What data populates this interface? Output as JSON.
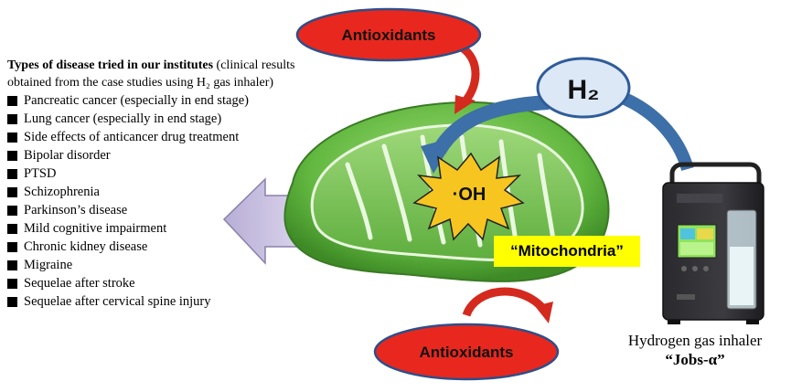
{
  "disease_panel": {
    "heading_bold": "Types of disease tried in our institutes",
    "heading_rest": "(clinical results obtained from the case studies using H₂ gas inhaler)",
    "items": [
      "Pancreatic cancer (especially in end stage)",
      "Lung cancer (especially in end stage)",
      "Side effects of anticancer drug treatment",
      "Bipolar disorder",
      "PTSD",
      "Schizophrenia",
      "Parkinson’s disease",
      "Mild cognitive impairment",
      "Chronic kidney disease",
      "Migraine",
      "Sequelae after stroke",
      "Sequelae after cervical spine injury"
    ]
  },
  "diagram": {
    "antioxidants_top": "Antioxidants",
    "antioxidants_bottom": "Antioxidants",
    "h2_label": "H₂",
    "oh_label": "·OH",
    "mitochondria_label": "“Mitochondria”"
  },
  "inhaler": {
    "caption_line1": "Hydrogen gas inhaler",
    "caption_name": "“Jobs-α”"
  },
  "colors": {
    "antioxidant_red": "#e8281e",
    "arrow_red": "#d42a1e",
    "h2_blue_fill": "#dce8f6",
    "h2_blue_stroke": "#2f5c9a",
    "arrow_blue": "#3d6fa8",
    "mito_green": "#6cc04a",
    "oh_yellow": "#f7c520",
    "label_yellow": "#ffff00",
    "left_arrow": "#c8c0de"
  }
}
